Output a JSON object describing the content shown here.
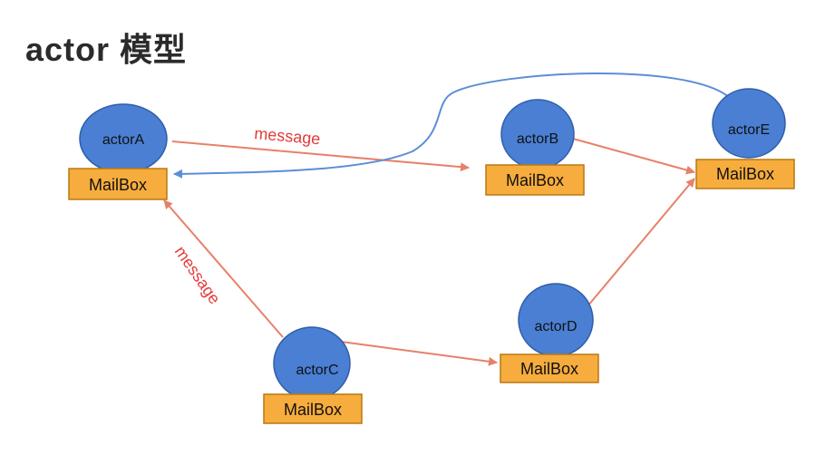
{
  "title": "actor 模型",
  "actors": {
    "a": "actorA",
    "b": "actorB",
    "c": "actorC",
    "d": "actorD",
    "e": "actorE"
  },
  "mailbox_label": "MailBox",
  "messages": {
    "a_to_b": "message",
    "c_to_a": "message"
  },
  "colors": {
    "actor_fill": "#4a7fd4",
    "actor_stroke": "#2f5ea8",
    "mailbox_fill": "#f7ac3e",
    "mailbox_stroke": "#b97810",
    "message_arrow": "#e8806a",
    "reply_arrow": "#5b8fd6",
    "message_text": "#e23b3b"
  }
}
